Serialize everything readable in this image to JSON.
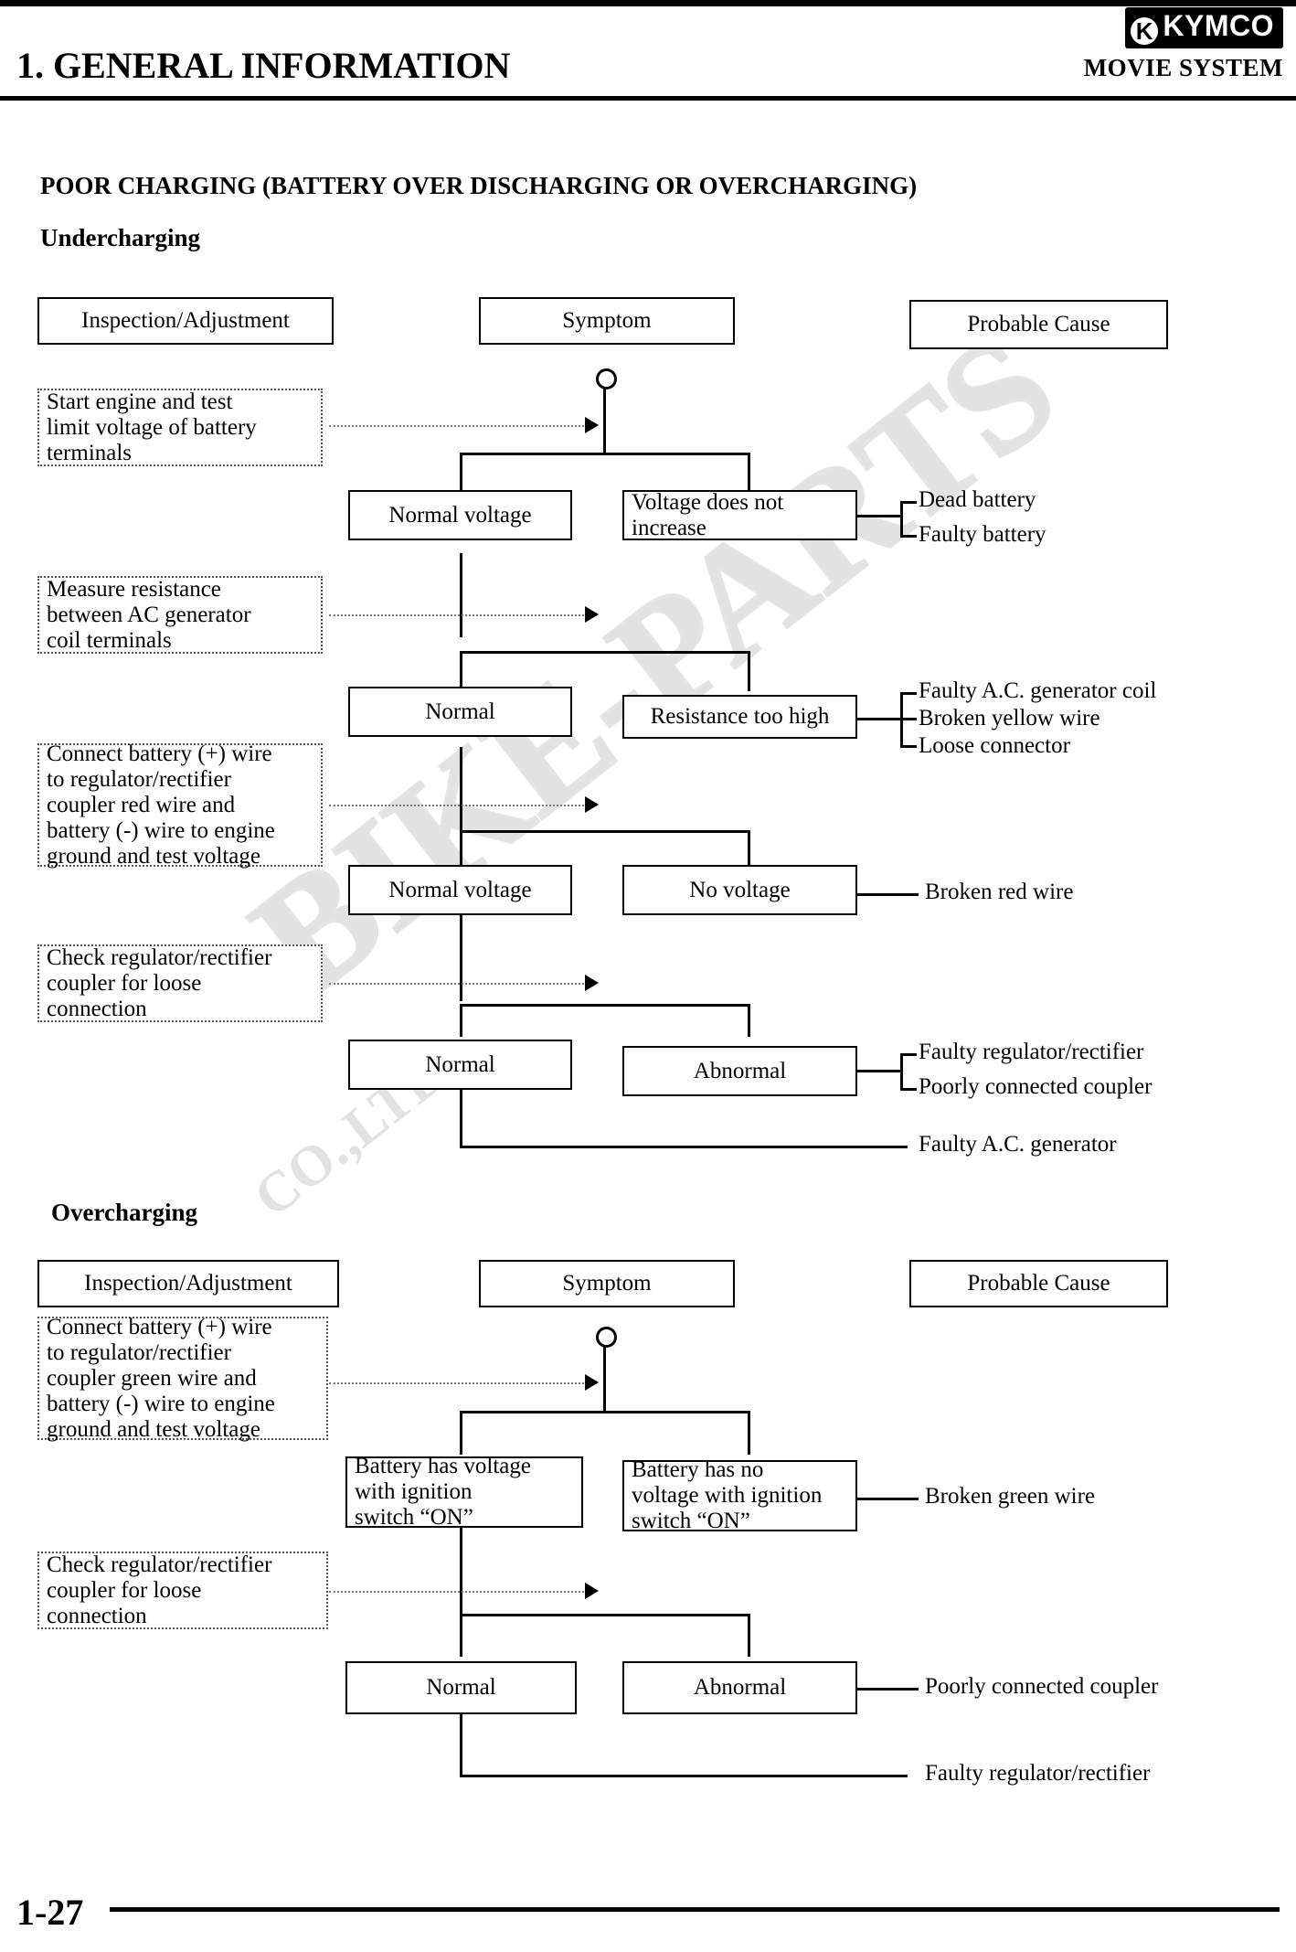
{
  "header": {
    "page_number_title": "1.",
    "title": "GENERAL INFORMATION",
    "brand": "KYMCO",
    "brand_mark": "K",
    "model_system": "MOVIE SYSTEM"
  },
  "watermark": {
    "main": "BIKE-PARTS",
    "sub": "CO.,LTD"
  },
  "content": {
    "section_heading": "POOR CHARGING (BATTERY OVER DISCHARGING OR OVERCHARGING)",
    "sub_undercharging": "Undercharging",
    "sub_overcharging": "Overcharging"
  },
  "undercharging": {
    "columns": {
      "inspection": "Inspection/Adjustment",
      "symptom": "Symptom",
      "probable_cause": "Probable Cause"
    },
    "inspections": [
      "Start engine and test\nlimit voltage of battery\nterminals",
      "Measure resistance\nbetween AC generator\ncoil terminals",
      "Connect battery (+) wire\nto regulator/rectifier\ncoupler red wire and\nbattery (-) wire to engine\nground and test voltage",
      "Check regulator/rectifier\ncoupler for loose\nconnection"
    ],
    "normals": [
      "Normal voltage",
      "Normal",
      "Normal voltage",
      "Normal"
    ],
    "abnormals": [
      "Voltage does not\nincrease",
      "Resistance too high",
      "No voltage",
      "Abnormal"
    ],
    "causes": [
      "Dead battery",
      "Faulty battery",
      "Faulty A.C. generator coil",
      "Broken yellow wire",
      "Loose connector",
      "Broken red wire",
      "Faulty regulator/rectifier",
      "Poorly connected coupler",
      "Faulty A.C. generator"
    ]
  },
  "overcharging": {
    "columns": {
      "inspection": "Inspection/Adjustment",
      "symptom": "Symptom",
      "probable_cause": "Probable Cause"
    },
    "inspections": [
      "Connect battery (+) wire\nto regulator/rectifier\ncoupler green wire and\nbattery (-) wire to engine\nground and test voltage",
      "Check regulator/rectifier\ncoupler for loose\nconnection"
    ],
    "normals": [
      "Battery has voltage\nwith ignition\nswitch “ON”",
      "Normal"
    ],
    "abnormals": [
      "Battery has no\nvoltage with ignition\nswitch “ON”",
      "Abnormal"
    ],
    "causes": [
      "Broken green wire",
      "Poorly connected coupler",
      "Faulty regulator/rectifier"
    ]
  },
  "footer": {
    "page": "1-27"
  }
}
